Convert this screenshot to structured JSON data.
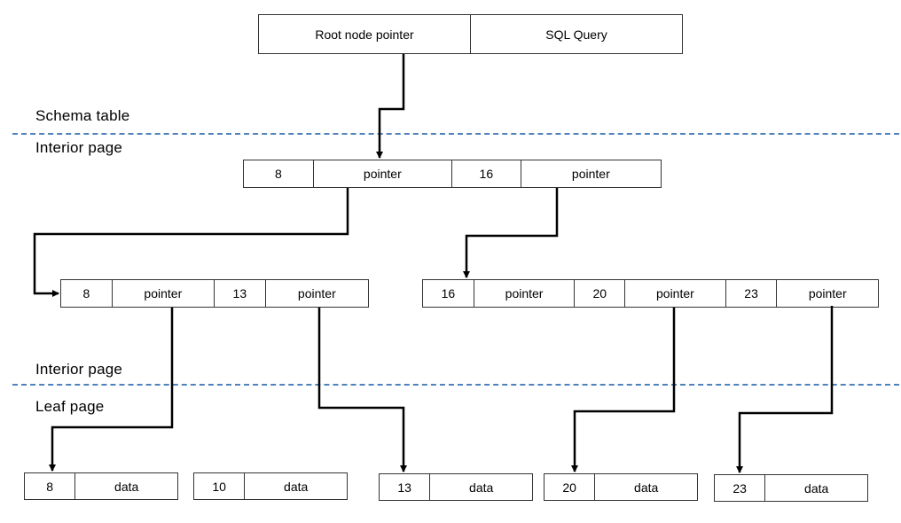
{
  "schema": {
    "root_label": "Root node pointer",
    "sql_label": "SQL Query"
  },
  "labels": {
    "schema_table": "Schema table",
    "interior_page_top": "Interior page",
    "interior_page_bottom": "Interior page",
    "leaf_page": "Leaf page"
  },
  "root_interior": {
    "cells": [
      "8",
      "pointer",
      "16",
      "pointer"
    ]
  },
  "interior_left": {
    "cells": [
      "8",
      "pointer",
      "13",
      "pointer"
    ]
  },
  "interior_right": {
    "cells": [
      "16",
      "pointer",
      "20",
      "pointer",
      "23",
      "pointer"
    ]
  },
  "leaves": [
    {
      "key": "8",
      "value": "data"
    },
    {
      "key": "10",
      "value": "data"
    },
    {
      "key": "13",
      "value": "data"
    },
    {
      "key": "20",
      "value": "data"
    },
    {
      "key": "23",
      "value": "data"
    }
  ],
  "colors": {
    "separator": "#4f81bd",
    "line": "#000000",
    "border": "#333333"
  }
}
